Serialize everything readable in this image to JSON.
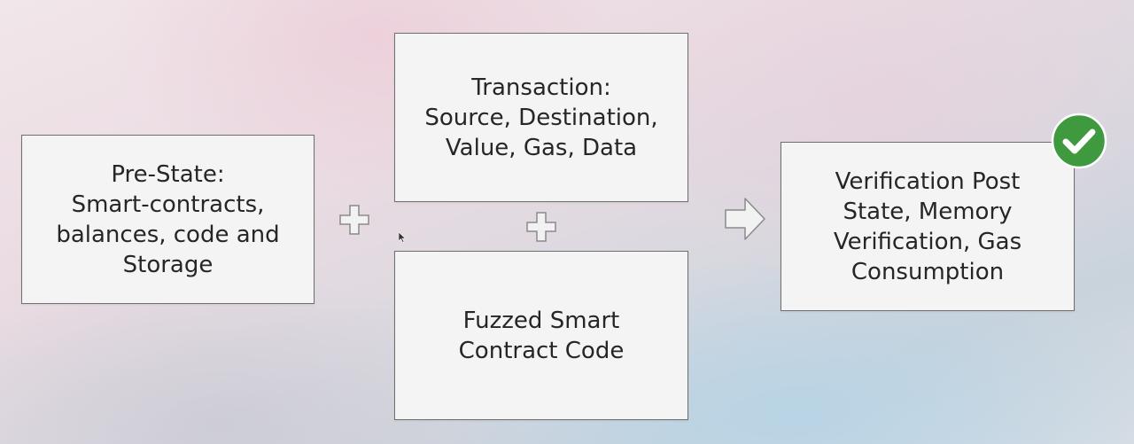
{
  "boxes": {
    "prestate": {
      "lines": [
        "Pre-State:",
        "Smart-contracts,",
        "balances, code and",
        "Storage"
      ]
    },
    "transaction": {
      "lines": [
        "Transaction:",
        "Source, Destination,",
        "Value, Gas, Data"
      ]
    },
    "fuzzed": {
      "lines": [
        "Fuzzed Smart",
        "Contract Code"
      ]
    },
    "verification": {
      "lines": [
        "Verification Post",
        "State, Memory",
        "Verification, Gas",
        "Consumption"
      ]
    }
  },
  "icons": {
    "plus": "plus-icon",
    "arrow": "arrow-right-icon",
    "check": "checkmark-icon",
    "cursor": "cursor-icon"
  },
  "colors": {
    "check_green": "#3f9a3f",
    "box_fill": "#f4f4f4",
    "box_border": "#6f6f6f",
    "text": "#262626"
  }
}
